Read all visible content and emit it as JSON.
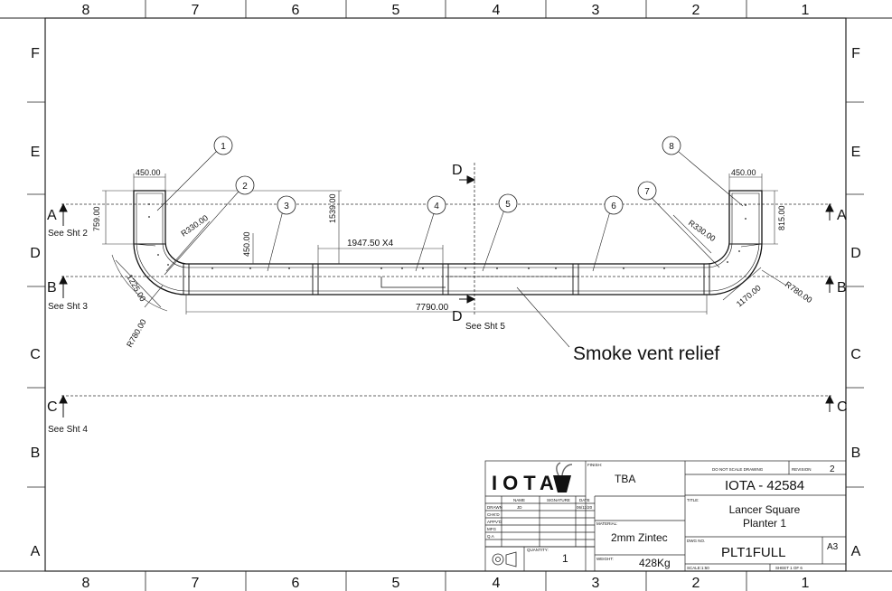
{
  "zones": {
    "columns": [
      "8",
      "7",
      "6",
      "5",
      "4",
      "3",
      "2",
      "1"
    ],
    "rows": [
      "F",
      "E",
      "D",
      "C",
      "B",
      "A"
    ]
  },
  "sections": {
    "a_letter": "A",
    "a_note": "See Sht 2",
    "b_letter": "B",
    "b_note": "See Sht 3",
    "c_letter": "C",
    "c_note": "See Sht 4",
    "d_letter": "D",
    "d_note": "See Sht 5"
  },
  "dimensions": {
    "left_width": "450.00",
    "right_width": "450.00",
    "left_height": "759.00",
    "right_height": "815.00",
    "inner_radius_left": "R330.00",
    "inner_radius_right": "R330.00",
    "outer_radius_left": "R780.00",
    "outer_radius_right": "R780.00",
    "channel_depth": "450.00",
    "overall_height": "1539.00",
    "segment_length": "1947.50 X4",
    "overall_length": "7790.00",
    "left_diagonal": "1225.00",
    "right_diagonal": "1170.00"
  },
  "balloons": [
    "1",
    "2",
    "3",
    "4",
    "5",
    "6",
    "7",
    "8"
  ],
  "annotation": "Smoke vent relief",
  "title_block": {
    "logo": "IOTA",
    "finish_label": "FINISH:",
    "finish": "TBA",
    "no_scale": "DO NOT SCALE DRAWING",
    "revision_label": "REVISION",
    "revision": "2",
    "drawing_id": "IOTA - 42584",
    "name_col": "NAME",
    "signature_col": "SIGNATURE",
    "date_col": "DATE",
    "rows": [
      "DRAWN",
      "CHK'D",
      "APPV'D",
      "MFG",
      "Q.A"
    ],
    "drawn_name": "JD",
    "drawn_date": "06/11/20",
    "material_label": "MATERIAL:",
    "material": "2mm Zintec",
    "weight_label": "WEIGHT:",
    "weight": "428Kg",
    "quantity_label": "QUANTITY:",
    "quantity": "1",
    "title_label": "TITLE:",
    "title_line1": "Lancer Square",
    "title_line2": "Planter 1",
    "dwg_no_label": "DWG NO.",
    "dwg_no": "PLT1FULL",
    "size": "A3",
    "scale": "SCALE:1:50",
    "sheet": "SHEET 1 OF 6"
  }
}
